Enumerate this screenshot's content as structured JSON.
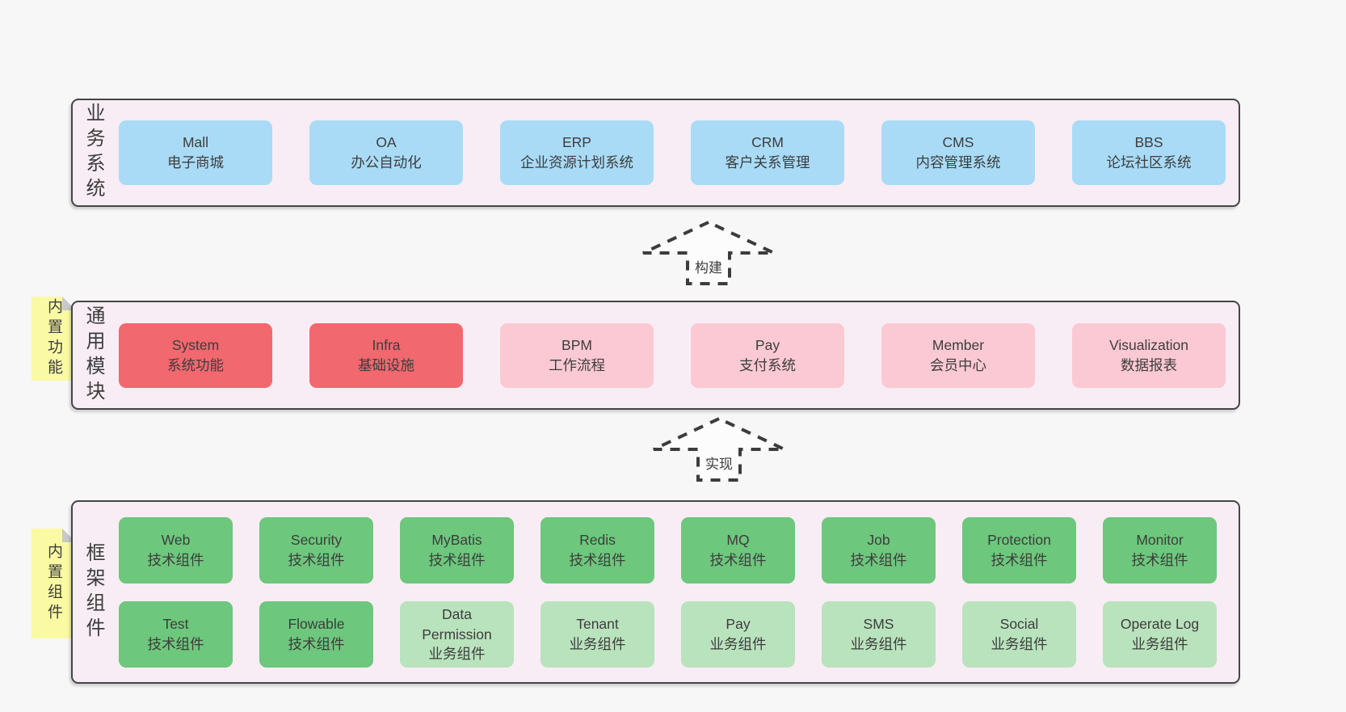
{
  "sections": {
    "business": {
      "label": "业务系统",
      "boxes": [
        {
          "name": "Mall",
          "desc": "电子商城",
          "variant": "blue"
        },
        {
          "name": "OA",
          "desc": "办公自动化",
          "variant": "blue"
        },
        {
          "name": "ERP",
          "desc": "企业资源计划系统",
          "variant": "blue"
        },
        {
          "name": "CRM",
          "desc": "客户关系管理",
          "variant": "blue"
        },
        {
          "name": "CMS",
          "desc": "内容管理系统",
          "variant": "blue"
        },
        {
          "name": "BBS",
          "desc": "论坛社区系统",
          "variant": "blue"
        }
      ]
    },
    "modules": {
      "label": "通用模块",
      "sticky": "内置功能",
      "boxes": [
        {
          "name": "System",
          "desc": "系统功能",
          "variant": "red"
        },
        {
          "name": "Infra",
          "desc": "基础设施",
          "variant": "red"
        },
        {
          "name": "BPM",
          "desc": "工作流程",
          "variant": "pink"
        },
        {
          "name": "Pay",
          "desc": "支付系统",
          "variant": "pink"
        },
        {
          "name": "Member",
          "desc": "会员中心",
          "variant": "pink"
        },
        {
          "name": "Visualization",
          "desc": "数据报表",
          "variant": "pink"
        }
      ]
    },
    "components": {
      "label": "框架组件",
      "sticky": "内置组件",
      "row1": [
        {
          "name": "Web",
          "desc": "技术组件",
          "variant": "green"
        },
        {
          "name": "Security",
          "desc": "技术组件",
          "variant": "green"
        },
        {
          "name": "MyBatis",
          "desc": "技术组件",
          "variant": "green"
        },
        {
          "name": "Redis",
          "desc": "技术组件",
          "variant": "green"
        },
        {
          "name": "MQ",
          "desc": "技术组件",
          "variant": "green"
        },
        {
          "name": "Job",
          "desc": "技术组件",
          "variant": "green"
        },
        {
          "name": "Protection",
          "desc": "技术组件",
          "variant": "green"
        },
        {
          "name": "Monitor",
          "desc": "技术组件",
          "variant": "green"
        }
      ],
      "row2": [
        {
          "name": "Test",
          "desc": "技术组件",
          "variant": "green"
        },
        {
          "name": "Flowable",
          "desc": "技术组件",
          "variant": "green"
        },
        {
          "name": "Data Permission",
          "desc": "业务组件",
          "variant": "lightgreen"
        },
        {
          "name": "Tenant",
          "desc": "业务组件",
          "variant": "lightgreen"
        },
        {
          "name": "Pay",
          "desc": "业务组件",
          "variant": "lightgreen"
        },
        {
          "name": "SMS",
          "desc": "业务组件",
          "variant": "lightgreen"
        },
        {
          "name": "Social",
          "desc": "业务组件",
          "variant": "lightgreen"
        },
        {
          "name": "Operate Log",
          "desc": "业务组件",
          "variant": "lightgreen"
        }
      ]
    }
  },
  "arrows": {
    "build": {
      "label": "构建"
    },
    "implement": {
      "label": "实现"
    }
  },
  "colors": {
    "pageBg": "#f7f7f7",
    "sectionBg": "#f8edf5",
    "sectionBorder": "#454545",
    "blue": "#a9dbf6",
    "red": "#f1686e",
    "pink": "#fbc9d3",
    "green": "#6dc77c",
    "lightGreen": "#b9e3bd",
    "yellow": "#fafaa4",
    "fold": "#c9c9c9",
    "text": "#3d3d3d",
    "arrow": "#3c3c3c"
  }
}
